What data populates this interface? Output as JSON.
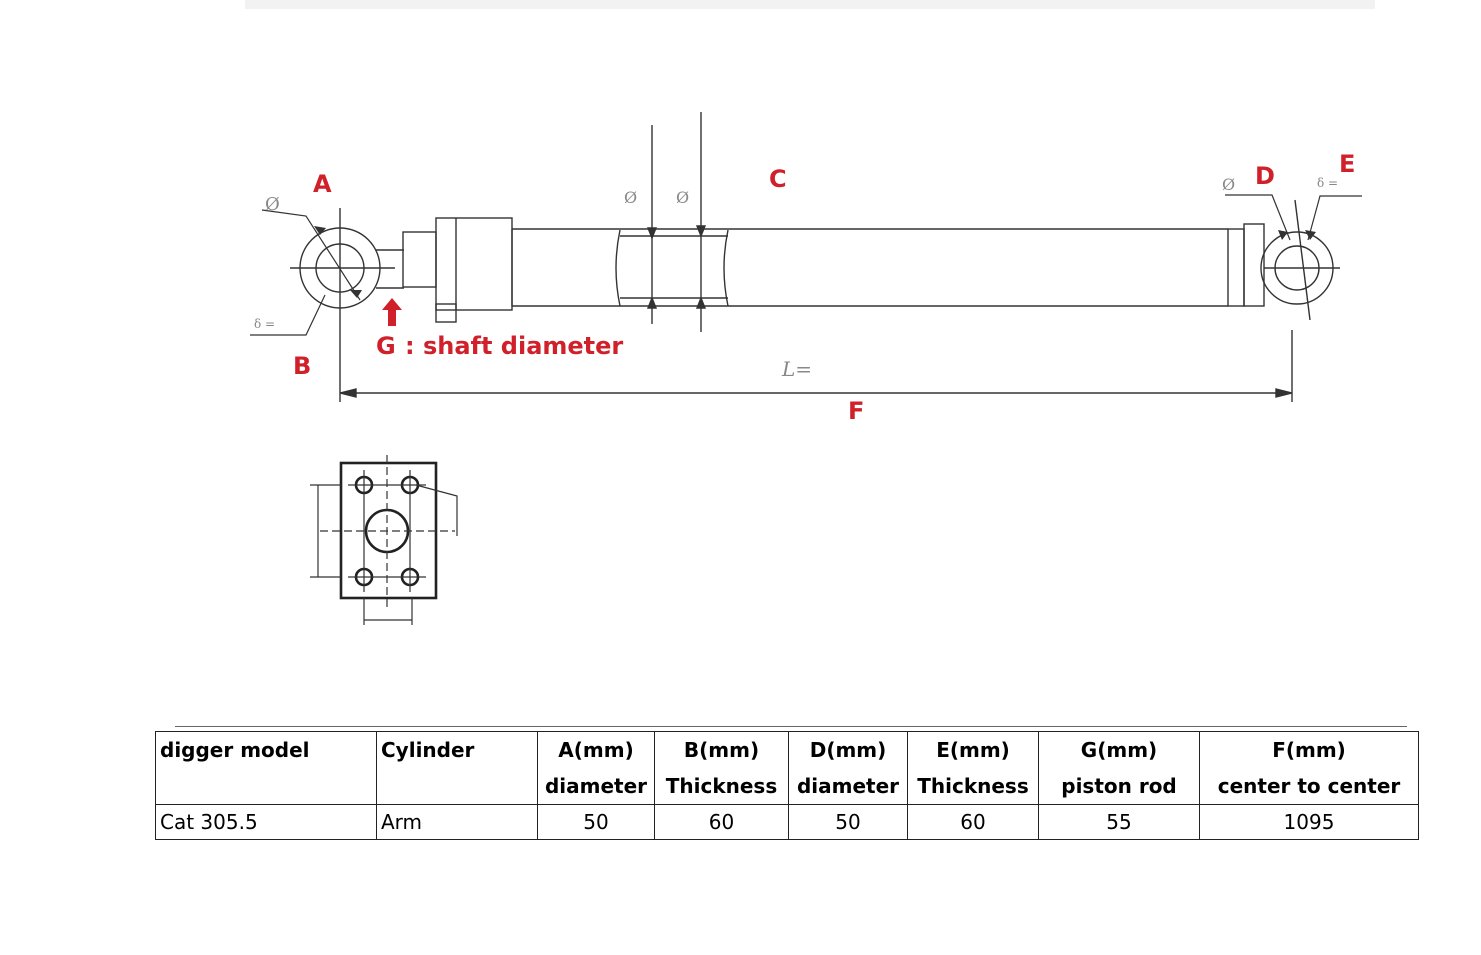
{
  "diagram": {
    "labels": {
      "A": "A",
      "B": "B",
      "C": "C",
      "D": "D",
      "E": "E",
      "F": "F",
      "G": "G",
      "G_text": ": shaft diameter"
    },
    "drawing_marks": {
      "diameter_symbol": "Ø",
      "thickness_symbol": "δ =",
      "length_symbol": "L="
    },
    "colors": {
      "label_red": "#d0202a",
      "line_gray": "#333333"
    }
  },
  "table": {
    "headers": [
      {
        "line1": "digger model",
        "line2": ""
      },
      {
        "line1": "Cylinder",
        "line2": ""
      },
      {
        "line1": "A(mm)",
        "line2": "diameter"
      },
      {
        "line1": "B(mm)",
        "line2": "Thickness"
      },
      {
        "line1": "D(mm)",
        "line2": "diameter"
      },
      {
        "line1": "E(mm)",
        "line2": "Thickness"
      },
      {
        "line1": "G(mm)",
        "line2": "piston rod"
      },
      {
        "line1": "F(mm)",
        "line2": "center to center"
      }
    ],
    "rows": [
      [
        "Cat 305.5",
        "Arm",
        "50",
        "60",
        "50",
        "60",
        "55",
        "1095"
      ]
    ]
  }
}
